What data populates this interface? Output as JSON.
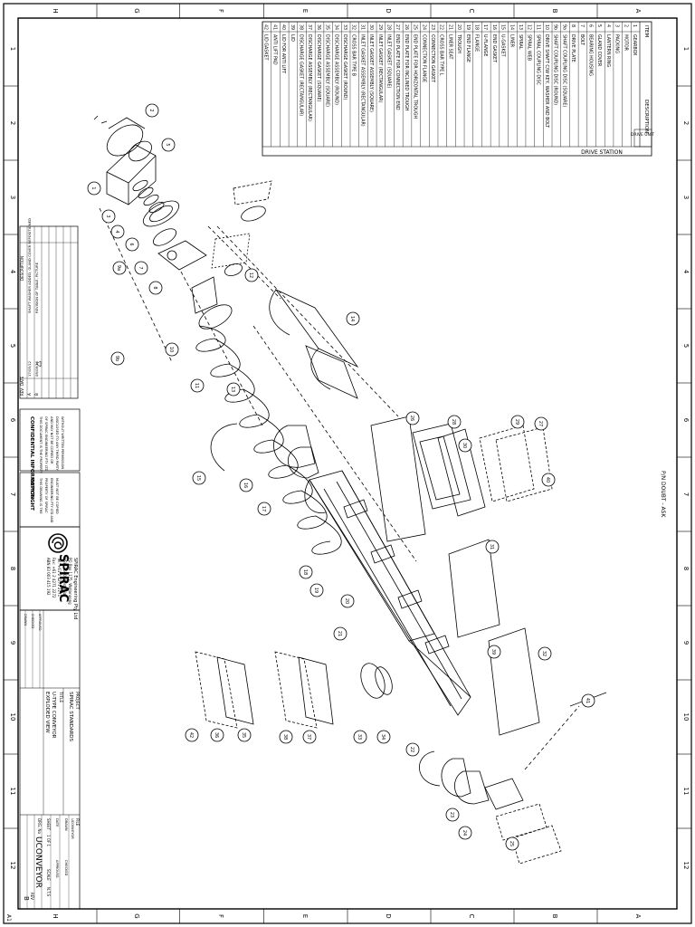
{
  "border": {
    "columns": [
      "H",
      "G",
      "F",
      "E",
      "D",
      "C",
      "B",
      "A"
    ],
    "rows": [
      "1",
      "2",
      "3",
      "4",
      "5",
      "6",
      "7",
      "8",
      "9",
      "10",
      "11",
      "12"
    ]
  },
  "parts_table": {
    "title": "DRIVE STATION",
    "header_item": "ITEM",
    "header_desc": "DESCRIPTION",
    "group_label": "DRIVE UNIT",
    "rows": [
      [
        "1",
        "GEARBOX"
      ],
      [
        "2",
        "MOTOR"
      ],
      [
        "3",
        "PACKING"
      ],
      [
        "4",
        "LANTERN RING"
      ],
      [
        "5",
        "GLAND COVER"
      ],
      [
        "6",
        "BEARING HOUSING"
      ],
      [
        "7",
        "BOLT"
      ],
      [
        "8",
        "DRIVE PLATE"
      ],
      [
        "9a",
        "SHAFT COUPLING DISC (SQUARE)"
      ],
      [
        "9b",
        "SHAFT COUPLING DISC (ROUND)"
      ],
      [
        "10",
        "DRIVE SHAFT C/W KEY, WASHER AND BOLT"
      ],
      [
        "11",
        "SPIRAL COUPLING DISC"
      ],
      [
        "12",
        "SPIRAL WEB"
      ],
      [
        "13",
        "SPIRAL"
      ],
      [
        "14",
        "LINER"
      ],
      [
        "15",
        "U-GASKET"
      ],
      [
        "16",
        "END GASKET"
      ],
      [
        "17",
        "U-FLANGE"
      ],
      [
        "18",
        "FLANGE"
      ],
      [
        "19",
        "END FLANGE"
      ],
      [
        "20",
        "TROUGH"
      ],
      [
        "21",
        "LINER SEAT"
      ],
      [
        "22",
        "CROSS BAR TYPE L"
      ],
      [
        "23",
        "CONNECTION GASKET"
      ],
      [
        "24",
        "CONNECTION FLANGE"
      ],
      [
        "25",
        "END PLATE FOR HORIZONTAL TROUGH"
      ],
      [
        "26",
        "END PLATE FOR INCLINED TROUGH"
      ],
      [
        "27",
        "END PLATE FOR CONNECTION END"
      ],
      [
        "28",
        "INLET GASKET (SQUARE)"
      ],
      [
        "29",
        "INLET GASKET (RECTANGULAR)"
      ],
      [
        "30",
        "INLET GASKET ASSEMBLY (SQUARE)"
      ],
      [
        "31",
        "INLET GASKET ASSEMBLY (RECTANGULAR)"
      ],
      [
        "32",
        "CROSS BAR TYPE B"
      ],
      [
        "33",
        "DISCHARGE GASKET (ROUND)"
      ],
      [
        "34",
        "DISCHARGE ASSEMBLY (ROUND)"
      ],
      [
        "35",
        "DISCHARGE ASSEMBLY (SQUARE)"
      ],
      [
        "36",
        "DISCHARGE GASKET (SQUARE)"
      ],
      [
        "37",
        "DISCHARGE ASSEMBLY (RECTANGULAR)"
      ],
      [
        "38",
        "DISCHARGE GASKET (RECTANGULAR)"
      ],
      [
        "39",
        "LID"
      ],
      [
        "40",
        "LID FOR ANTI LIFT"
      ],
      [
        "41",
        "ANTI LIFT PAD"
      ],
      [
        "42",
        "LID GASKET"
      ]
    ]
  },
  "notes": {
    "side_label": "P/N DOUBT - ASK"
  },
  "revision_block": {
    "rows": [
      [
        "A",
        "17/05/12",
        "SHAFT WASHER ADDED, GLAND COVER REPOSITIONED"
      ],
      [
        "B",
        "08/08/16",
        "REVISION OF TABLE, PICTURE"
      ]
    ],
    "header": [
      "REV",
      "DATE",
      "DESCRIPTION"
    ]
  },
  "title_block": {
    "confidential_title": "CONFIDENTIAL INFORMATION",
    "confidential_text": "THIS DOCUMENT IS THE PROPERTY OF SPIRAC ENGINEERING PTY LTD AND MAY NOT BE COPIED OR DISCLOSED TO ANY THIRD PARTY WITHOUT WRITTEN PERMISSION",
    "copyright_title": "COPYRIGHT",
    "copyright_text": "THIS DRAWING IS THE PROPERTY OF SPIRAC ENGINEERING PTY LTD AND MUST NOT BE COPIED",
    "company_name": "SPIRAC",
    "company_full": "SPIRAC Engineering Pty Ltd",
    "address_1": "PO Box 1175, Wollongong",
    "address_2": "NSW 2500, Australia",
    "phone": "Tel: +61 2 4271 2171",
    "fax": "Fax: +61 2 4271 2272",
    "abn": "ABN 83 003 415 192",
    "project_label": "PROJECT",
    "project_value": "SPIRAC STANDARDS",
    "title_label": "TITLE",
    "title_line1": "U-TYPE CONVEYOR",
    "title_line2": "EXPLODED VIEW",
    "file_label": "FILE",
    "file_value": "UCONVEYOR",
    "drawn_label": "DRAWN",
    "checked_label": "CHECKED",
    "approved_label": "APPROVED",
    "date_label": "DATE",
    "sheet_label": "SHEET",
    "sheet_value": "1 OF 1",
    "scale_label": "SCALE",
    "scale_value": "N.T.S",
    "drg_label": "DRG. No",
    "drg_value": "UCONVEYOR",
    "rev_label": "REV",
    "rev_value": "B",
    "size_label": "A1"
  },
  "balloons": [
    "1",
    "2",
    "3",
    "4",
    "5",
    "6",
    "7",
    "8",
    "9a",
    "9b",
    "10",
    "11",
    "12",
    "13",
    "14",
    "15",
    "16",
    "17",
    "18",
    "19",
    "20",
    "21",
    "22",
    "23",
    "24",
    "25",
    "26",
    "27",
    "28",
    "29",
    "30",
    "31",
    "32",
    "33",
    "34",
    "35",
    "36",
    "37",
    "38",
    "39",
    "40",
    "41",
    "42"
  ]
}
